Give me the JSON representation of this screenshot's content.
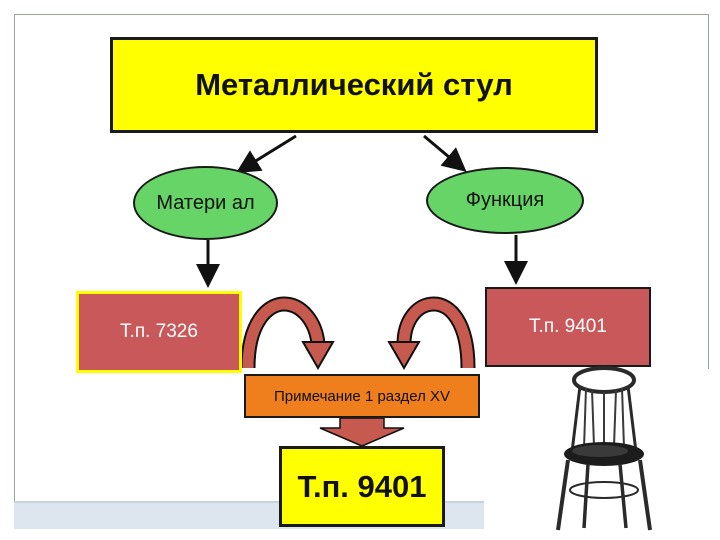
{
  "diagram": {
    "title": "Металлический стул",
    "material_label": "Матери ал",
    "function_label": "Функция",
    "material_code": "Т.п. 7326",
    "function_code": "Т.п. 9401",
    "note": "Примечание 1 раздел XV",
    "result_code": "Т.п. 9401"
  },
  "colors": {
    "title_fill": "#ffff00",
    "oval_fill": "#66d466",
    "code_fill": "#c9585a",
    "note_fill": "#ee7f1c",
    "result_fill": "#ffff00",
    "curved_arrow_fill": "#c65a4e"
  },
  "picture": {
    "chair": "metal-chair-image"
  }
}
